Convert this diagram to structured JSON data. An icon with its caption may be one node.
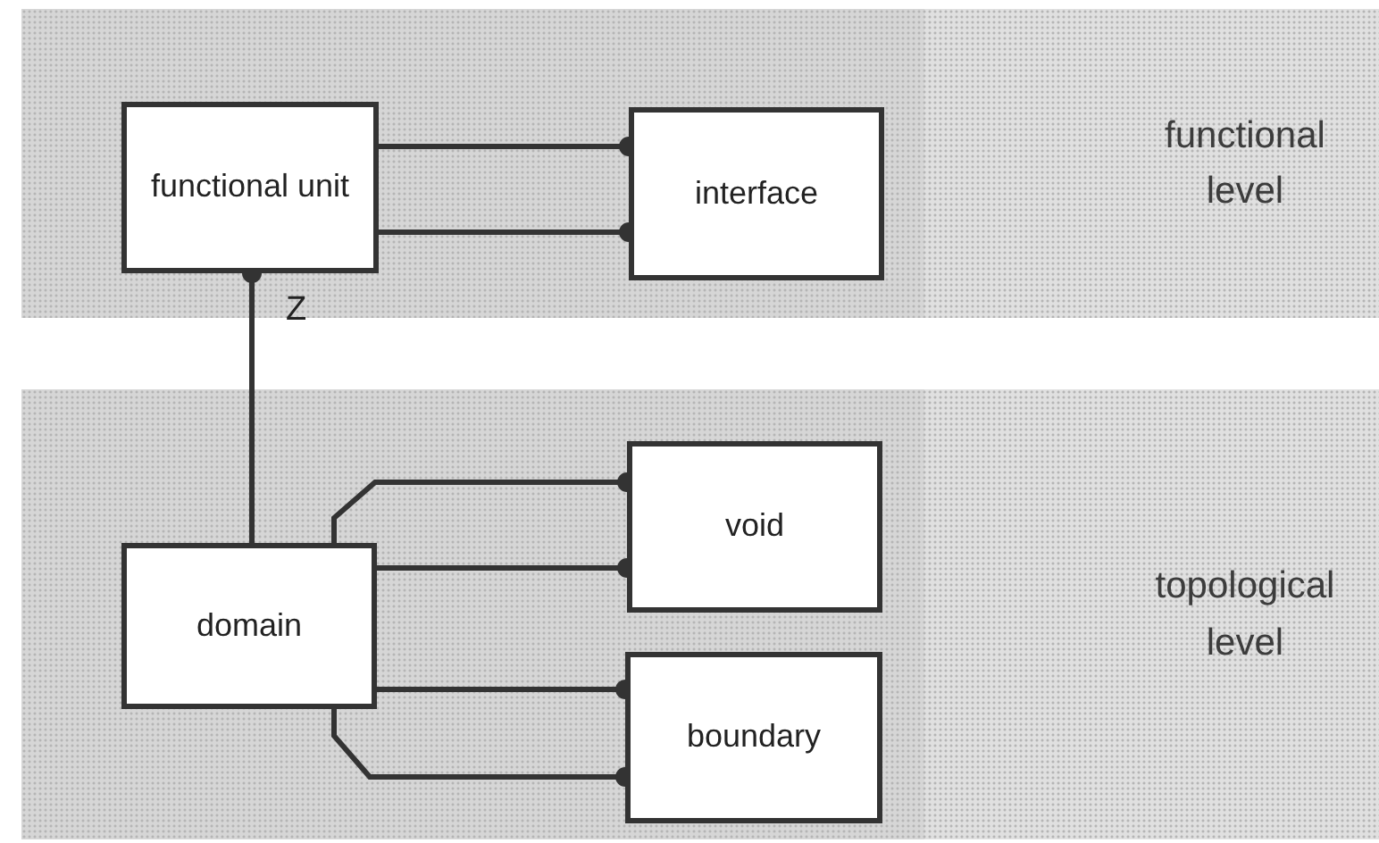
{
  "diagram": {
    "nodes": [
      {
        "text": [
          "functional level"
        ]
      },
      {
        "text": [
          "functional unit"
        ],
        "in": 0
      },
      {
        "text": [
          "interface"
        ],
        "in": 0
      },
      {
        "text": [
          "topological level"
        ]
      },
      {
        "text": [
          "domain"
        ],
        "in": 3
      },
      {
        "text": [
          "void"
        ],
        "in": 3
      },
      {
        "text": [
          "boundary"
        ],
        "in": 3
      }
    ],
    "edges": [
      {
        "from": 1,
        "to": 2,
        "arrow": "other"
      },
      {
        "from": 1,
        "to": 2,
        "arrow": "other"
      },
      {
        "from": 4,
        "to": 1,
        "arrow": "other",
        "label": "Z"
      },
      {
        "from": 4,
        "to": 5,
        "arrow": "other"
      },
      {
        "from": 4,
        "to": 5,
        "arrow": "other"
      },
      {
        "from": 4,
        "to": 6,
        "arrow": "other"
      },
      {
        "from": 4,
        "to": 6,
        "arrow": "other"
      }
    ]
  }
}
